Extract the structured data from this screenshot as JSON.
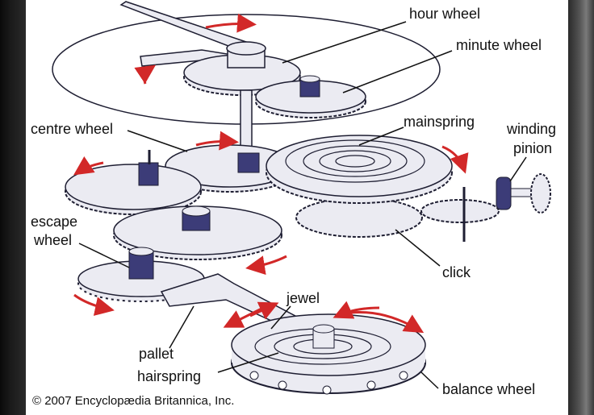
{
  "labels": {
    "hour_wheel": "hour wheel",
    "minute_wheel": "minute wheel",
    "centre_wheel": "centre wheel",
    "mainspring": "mainspring",
    "winding_pinion_1": "winding",
    "winding_pinion_2": "pinion",
    "escape_wheel_1": "escape",
    "escape_wheel_2": "wheel",
    "click": "click",
    "jewel": "jewel",
    "pallet": "pallet",
    "hairspring": "hairspring",
    "balance_wheel": "balance wheel"
  },
  "copyright": "© 2007 Encyclopædia Britannica, Inc.",
  "colors": {
    "part_fill": "#ebebf2",
    "part_stroke": "#1e1e32",
    "pinion": "#3c3c78",
    "arrow": "#d22828",
    "background": "#ffffff",
    "frame_dark": "#111111",
    "frame_grey": "#5a5a5a"
  }
}
